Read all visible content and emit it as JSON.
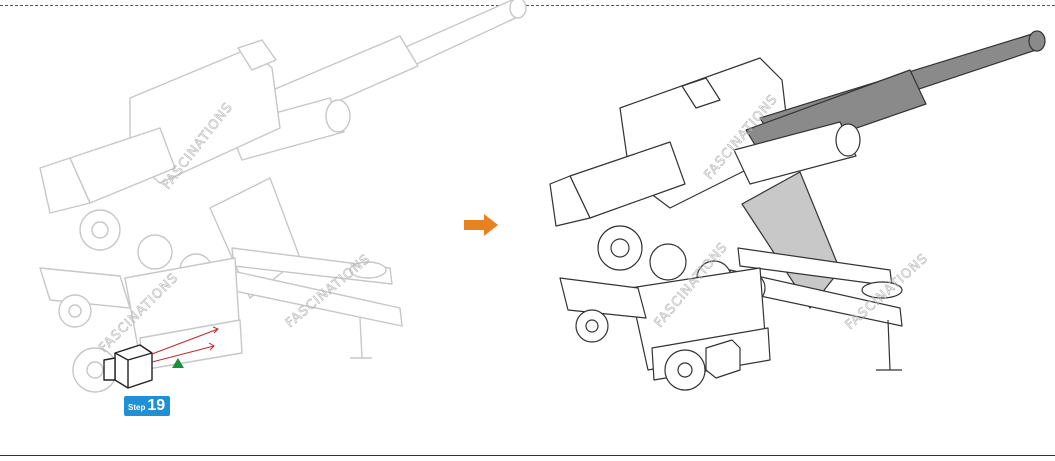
{
  "step": {
    "word": "Step",
    "number": "19"
  },
  "watermark": "FASCINATIONS",
  "colors": {
    "arrow": "#e8821e",
    "badge": "#1f8fd6",
    "marker": "#1a8f3c",
    "guide": "#c0282d",
    "barrel": "#8a8a8a",
    "plate": "#c8c8c8"
  },
  "icons": {
    "transition": "arrow-right-icon",
    "placement": "triangle-marker-icon"
  }
}
